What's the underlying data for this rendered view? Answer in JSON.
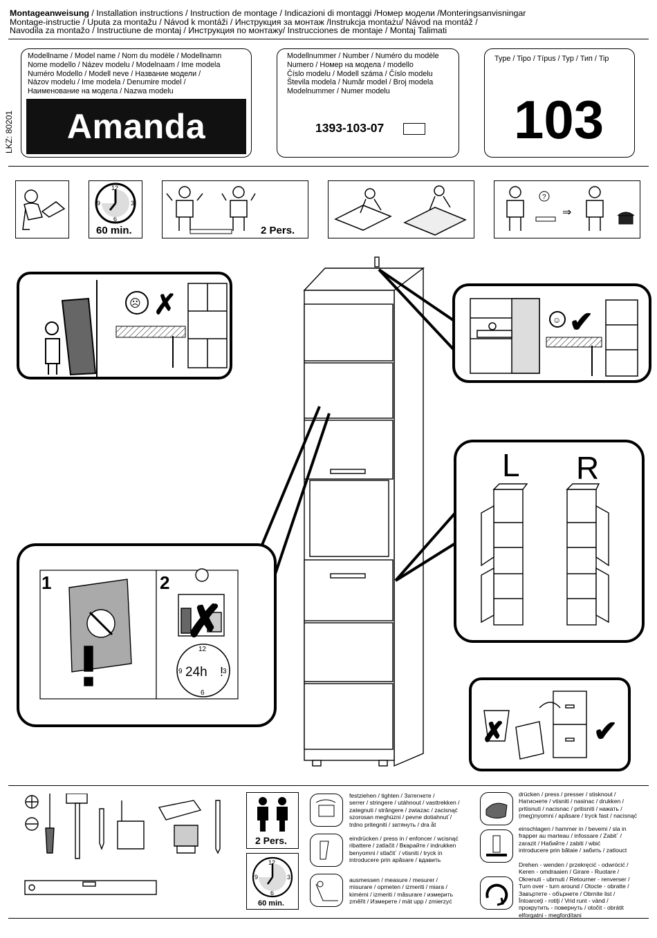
{
  "header": {
    "title_bold": "Montageanweisung",
    "line1_rest": " / Installation instructions / Instruction de montage / Indicazioni di montaggi /Номер модели /Monteringsanvisningar",
    "line2": "Montage-instructie / Uputa za montažu / Návod k montáži / Инструкция за монтаж /Instrukcja montażu/ Návod na montáž /",
    "line3": "Navodila za montažo / Instructiune de montaj / Инструкция по монтажу/ Instrucciones de montaje / Montaj Talimati"
  },
  "lkz": "LKZ: 80201",
  "model_name_box": {
    "label_lines": [
      "Modellname / Model name / Nom du modèle / Modellnamn",
      "Nome modello / Název modelu / Modelnaam / Ime modela",
      "Numéro Modello / Modell neve / Название модели /",
      "Názov modelu / Ime modela / Denumire model /",
      "Наименование на модела / Nazwa modelu"
    ],
    "name": "Amanda"
  },
  "model_number_box": {
    "label_lines": [
      "Modellnummer / Number / Numéro du modèle",
      "Numero / Номер на модела / modello",
      "Číslo modelu / Modell száma / Číslo modelu",
      "Števila modela / Număr model / Broj modela",
      "Modelnummer / Numer modelu"
    ],
    "number": "1393-103-07"
  },
  "type_box": {
    "label": "Type / Tipo / Típus / Typ / Тип / Tip",
    "value": "103"
  },
  "icons_row": {
    "clock_label": "60 min.",
    "persons_label": "2 Pers."
  },
  "door_variants": {
    "left": "L",
    "right": "R"
  },
  "glass_panel": {
    "step1": "1",
    "step2": "2",
    "clock_text": "24h",
    "clock_numbers": [
      "12",
      "3",
      "6",
      "9"
    ]
  },
  "bottom_left_clock": {
    "label": "60 min.",
    "numbers": [
      "12",
      "3",
      "6",
      "9"
    ]
  },
  "bottom_persons": "2 Pers.",
  "legend": {
    "tighten": [
      "festziehen / tighten / Затегнете /",
      "serrer / stringere / utáhnout / vasttrekken /",
      "zategnuti / strângere / zwiazac / zacisnąć",
      "szorosan meghúzni / pevne dotiahnut´/",
      "trdno pritegniti / затянуть / dra åt"
    ],
    "press_in": [
      "eindrücken / press in / enfoncer / wcisnąć",
      "ribattere / zatlačit / Вкарайте / indrukken",
      "benyomni / stlačit´ / vtisniti / tryck in",
      "introducere prin apăsare / вдавить"
    ],
    "measure": [
      "ausmessen / measure / mesurer /",
      "misurare / opmeten / izmeriti / miara /",
      "kimérni / izmeriti / măsurare / измерить",
      "změřit / Измерете / mät upp / zmierzyć"
    ],
    "press": [
      "drücken / press / presser / stisknout /",
      "Натиснете / vtisniti / nasinac / drukken /",
      "pritisnuti / nacisnac / pritisniti / нажать /",
      "(meg)nyomni / apăsare / tryck fast / nacisnąć"
    ],
    "hammer": [
      "einschlagen / hammer in / bevemi / sla in",
      "frapper au marteau / infossare / Zabit´ /",
      "zarazit / Набийте / zabiti / wbić",
      "introducere prin bătaie / забить / zatlouct"
    ],
    "turn": [
      "Drehen - wenden / przekręcić - odwrócić /",
      "Keren - omdraaien / Girare - Ruotare /",
      "Okrenuti - ubrnuti / Retourner - renverser /",
      "Turn over - turn around / Otocte - obratte /",
      "Завъртете - обърнете / Obrnite list /",
      "Întoarceţi - rotiţi / Vrid runt - vänd /",
      "прокрутить - повернуть / otočit - obrátit",
      "elforgatni - megfordítani"
    ]
  }
}
